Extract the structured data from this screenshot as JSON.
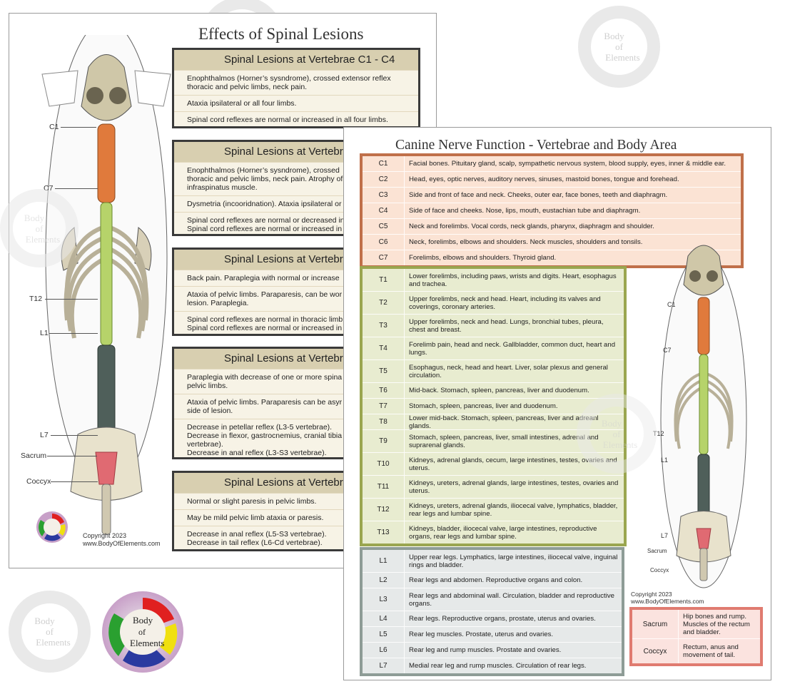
{
  "watermark": {
    "line1": "Body",
    "line2": "of",
    "line3": "Elements"
  },
  "poster1": {
    "title": "Effects of Spinal Lesions",
    "vertebra_labels": [
      "C1",
      "C7",
      "T12",
      "L1",
      "L7",
      "Sacrum",
      "Coccyx"
    ],
    "copyright": [
      "Copyright 2023",
      "www.BodyOfElements.com"
    ],
    "sections": [
      {
        "title": "Spinal Lesions at Vertebrae C1 - C4",
        "rows": [
          "Enophthalmos (Horner’s sysndrome), crossed extensor reflex\nthoracic and pelvic limbs, neck pain.",
          "Ataxia ipsilateral or all four limbs.",
          "Spinal cord reflexes are normal or increased in all four limbs."
        ]
      },
      {
        "title": "Spinal Lesions at Vertebrae",
        "rows": [
          "Enophthalmos (Horner’s sysndrome), crossed\nthoracic and pelvic limbs, neck pain. Atrophy of\ninfraspinatus muscle.",
          "Dysmetria (incooridnation). Ataxia ipsilateral or",
          "Spinal cord reflexes are normal or decreased in\nSpinal cord reflexes are normal or increased in"
        ]
      },
      {
        "title": "Spinal Lesions at Vertebrae",
        "rows": [
          "Back pain. Paraplegia with normal or increase",
          "Ataxia of pelvic limbs. Paraparesis, can be wor\nlesion. Paraplegia.",
          "Spinal cord reflexes are normal in thoracic limb\nSpinal cord reflexes are normal or increased in"
        ]
      },
      {
        "title": "Spinal Lesions at Vertebrae",
        "rows": [
          "Paraplegia with decrease of one or more spina\npelvic limbs.",
          "Ataxia of pelvic limbs. Paraparesis can be asyr\nside of lesion.",
          "Decrease in petellar reflex (L3-5 vertebrae).\nDecrease in flexor, gastrocnemius, cranial tibia\nvertebrae).\nDecrease in anal reflex (L3-S3 vertebrae)."
        ]
      },
      {
        "title": "Spinal Lesions at Vertebrae",
        "rows": [
          "Normal or slight paresis in pelvic limbs.",
          "May be mild pelvic limb ataxia or paresis.",
          "Decrease in anal reflex (L5-S3 vertebrae).\nDecrease in tail reflex (L6-Cd vertebrae)."
        ]
      }
    ]
  },
  "poster2": {
    "title": "Canine Nerve Function - Vertebrae and Body Area",
    "vertebra_labels": [
      "C1",
      "C7",
      "T12",
      "L1",
      "L7",
      "Sacrum",
      "Coccyx"
    ],
    "copyright": [
      "Copyright 2023",
      "www.BodyOfElements.com"
    ],
    "cervical": [
      {
        "code": "C1",
        "text": "Facial bones. Pituitary gland, scalp, sympathetic nervous system, blood supply, eyes, inner & middle ear."
      },
      {
        "code": "C2",
        "text": "Head, eyes, optic nerves, auditory nerves, sinuses, mastoid bones, tongue and forehead."
      },
      {
        "code": "C3",
        "text": "Side and front of face and neck. Cheeks, outer ear, face bones, teeth and diaphragm."
      },
      {
        "code": "C4",
        "text": "Side of face and cheeks. Nose, lips, mouth, eustachian tube and diaphragm."
      },
      {
        "code": "C5",
        "text": "Neck and forelimbs. Vocal cords, neck glands, pharynx, diaphragm and shoulder."
      },
      {
        "code": "C6",
        "text": "Neck, forelimbs, elbows and shoulders. Neck muscles, shoulders and tonsils."
      },
      {
        "code": "C7",
        "text": "Forelimbs, elbows and shoulders. Thyroid gland."
      }
    ],
    "thoracic": [
      {
        "code": "T1",
        "text": "Lower forelimbs, including paws, wrists and digits. Heart, esophagus and trachea."
      },
      {
        "code": "T2",
        "text": "Upper forelimbs, neck and head. Heart, including its valves and coverings, coronary arteries."
      },
      {
        "code": "T3",
        "text": "Upper forelimbs, neck and head. Lungs, bronchial tubes, pleura, chest and breast."
      },
      {
        "code": "T4",
        "text": "Forelimb pain, head and neck. Gallbladder, common duct, heart and lungs."
      },
      {
        "code": "T5",
        "text": "Esophagus, neck, head and heart. Liver, solar plexus and general circulation."
      },
      {
        "code": "T6",
        "text": "Mid-back. Stomach, spleen, pancreas, liver and duodenum."
      },
      {
        "code": "T7",
        "text": "Stomach, spleen, pancreas, liver and duodenum."
      },
      {
        "code": "T8",
        "text": "Lower mid-back. Stomach, spleen, pancreas, liver and adreanl glands."
      },
      {
        "code": "T9",
        "text": "Stomach, spleen, pancreas, liver, small intestines, adrenal and suprarenal glands."
      },
      {
        "code": "T10",
        "text": "Kidneys, adrenal glands, cecum, large intestines, testes, ovaries and uterus."
      },
      {
        "code": "T11",
        "text": "Kidneys, ureters, adrenal glands, large intestines, testes, ovaries and uterus."
      },
      {
        "code": "T12",
        "text": "Kidneys, ureters, adrenal glands, iliocecal valve, lymphatics, bladder, rear legs and lumbar spine."
      },
      {
        "code": "T13",
        "text": "Kidneys, bladder, iliocecal valve, large intestines, reproductive organs, rear legs and lumbar spine."
      }
    ],
    "lumbar": [
      {
        "code": "L1",
        "text": "Upper rear legs. Lymphatics, large intestines, iliocecal valve, inguinal rings and bladder."
      },
      {
        "code": "L2",
        "text": "Rear legs and abdomen. Reproductive organs and colon."
      },
      {
        "code": "L3",
        "text": "Rear legs and abdominal wall. Circulation, bladder and reproductive organs."
      },
      {
        "code": "L4",
        "text": "Rear legs. Reproductive organs, prostate, uterus and ovaries."
      },
      {
        "code": "L5",
        "text": "Rear leg muscles. Prostate, uterus and ovaries."
      },
      {
        "code": "L6",
        "text": "Rear leg and rump muscles. Prostate and ovaries."
      },
      {
        "code": "L7",
        "text": "Medial rear leg and rump muscles. Circulation of rear legs."
      }
    ],
    "sacral": [
      {
        "code": "Sacrum",
        "text": "Hip bones and rump. Muscles of the rectum and bladder."
      },
      {
        "code": "Coccyx",
        "text": "Rectum, anus and movement of tail."
      }
    ]
  },
  "colors": {
    "cervical": "#e07a3c",
    "thoracic": "#b6d36a",
    "lumbar": "#4f5f5a",
    "sacral": "#e06a72",
    "bone": "#e8e2cc"
  }
}
